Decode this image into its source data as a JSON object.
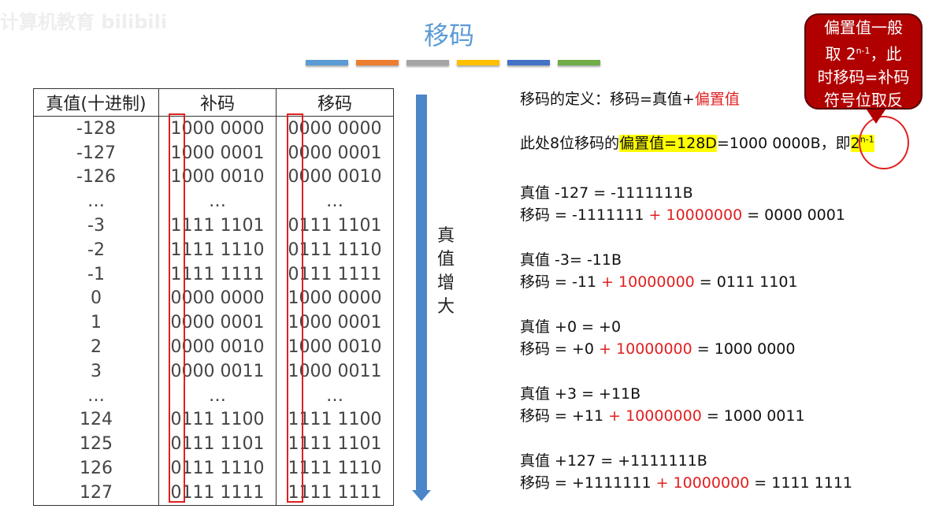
{
  "watermark": "计算机教育 bilibili",
  "title": "移码",
  "accent_colors": [
    "#5b9bd5",
    "#ed7d31",
    "#a5a5a5",
    "#ffc000",
    "#4472c4",
    "#70ad47"
  ],
  "table": {
    "headers": [
      "真值(十进制)",
      "补码",
      "移码"
    ],
    "rows": [
      [
        "-128",
        "1000 0000",
        "0000 0000"
      ],
      [
        "-127",
        "1000 0001",
        "0000 0001"
      ],
      [
        "-126",
        "1000 0010",
        "0000 0010"
      ],
      [
        "…",
        "…",
        "…"
      ],
      [
        "-3",
        "1111 1101",
        "0111 1101"
      ],
      [
        "-2",
        "1111 1110",
        "0111 1110"
      ],
      [
        "-1",
        "1111 1111",
        "0111 1111"
      ],
      [
        "0",
        "0000 0000",
        "1000 0000"
      ],
      [
        "1",
        "0000 0001",
        "1000 0001"
      ],
      [
        "2",
        "0000 0010",
        "1000 0010"
      ],
      [
        "3",
        "0000 0011",
        "1000 0011"
      ],
      [
        "…",
        "…",
        "…"
      ],
      [
        "124",
        "0111 1100",
        "1111 1100"
      ],
      [
        "125",
        "0111 1101",
        "1111 1101"
      ],
      [
        "126",
        "0111 1110",
        "1111 1110"
      ],
      [
        "127",
        "0111 1111",
        "1111 1111"
      ]
    ]
  },
  "arrow_label": "真值增大",
  "definition": {
    "prefix": "移码的定义：移码=真值+",
    "highlight": "偏置值"
  },
  "bias_line": {
    "prefix": "此处8位移码的",
    "highlight": "偏置值=128D",
    "rest": "=1000 0000B，",
    "ji": "即",
    "pow_base": "2",
    "pow_exp": "n-1"
  },
  "examples": [
    {
      "truth": "真值 -127 = -1111111B",
      "code_prefix": "移码 = -1111111 ",
      "bias": "+ 10000000",
      "result": " = 0000 0001"
    },
    {
      "truth": "真值 -3= -11B",
      "code_prefix": "移码 = -11 ",
      "bias": "+ 10000000",
      "result": " = 0111 1101"
    },
    {
      "truth": "真值 +0 = +0",
      "code_prefix": "移码 = +0 ",
      "bias": "+ 10000000",
      "result": " = 1000 0000"
    },
    {
      "truth": "真值 +3 = +11B",
      "code_prefix": "移码 = +11 ",
      "bias": "+ 10000000",
      "result": " = 1000 0011"
    },
    {
      "truth": "真值 +127 = +1111111B",
      "code_prefix": "移码 = +1111111 ",
      "bias": "+ 10000000",
      "result": " = 1111 1111"
    }
  ],
  "callout": {
    "l1": "偏置值一般",
    "l2a": "取 2",
    "l2sup": "n-1",
    "l2b": "，此",
    "l3": "时移码=补码",
    "l4": "符号位取反"
  }
}
